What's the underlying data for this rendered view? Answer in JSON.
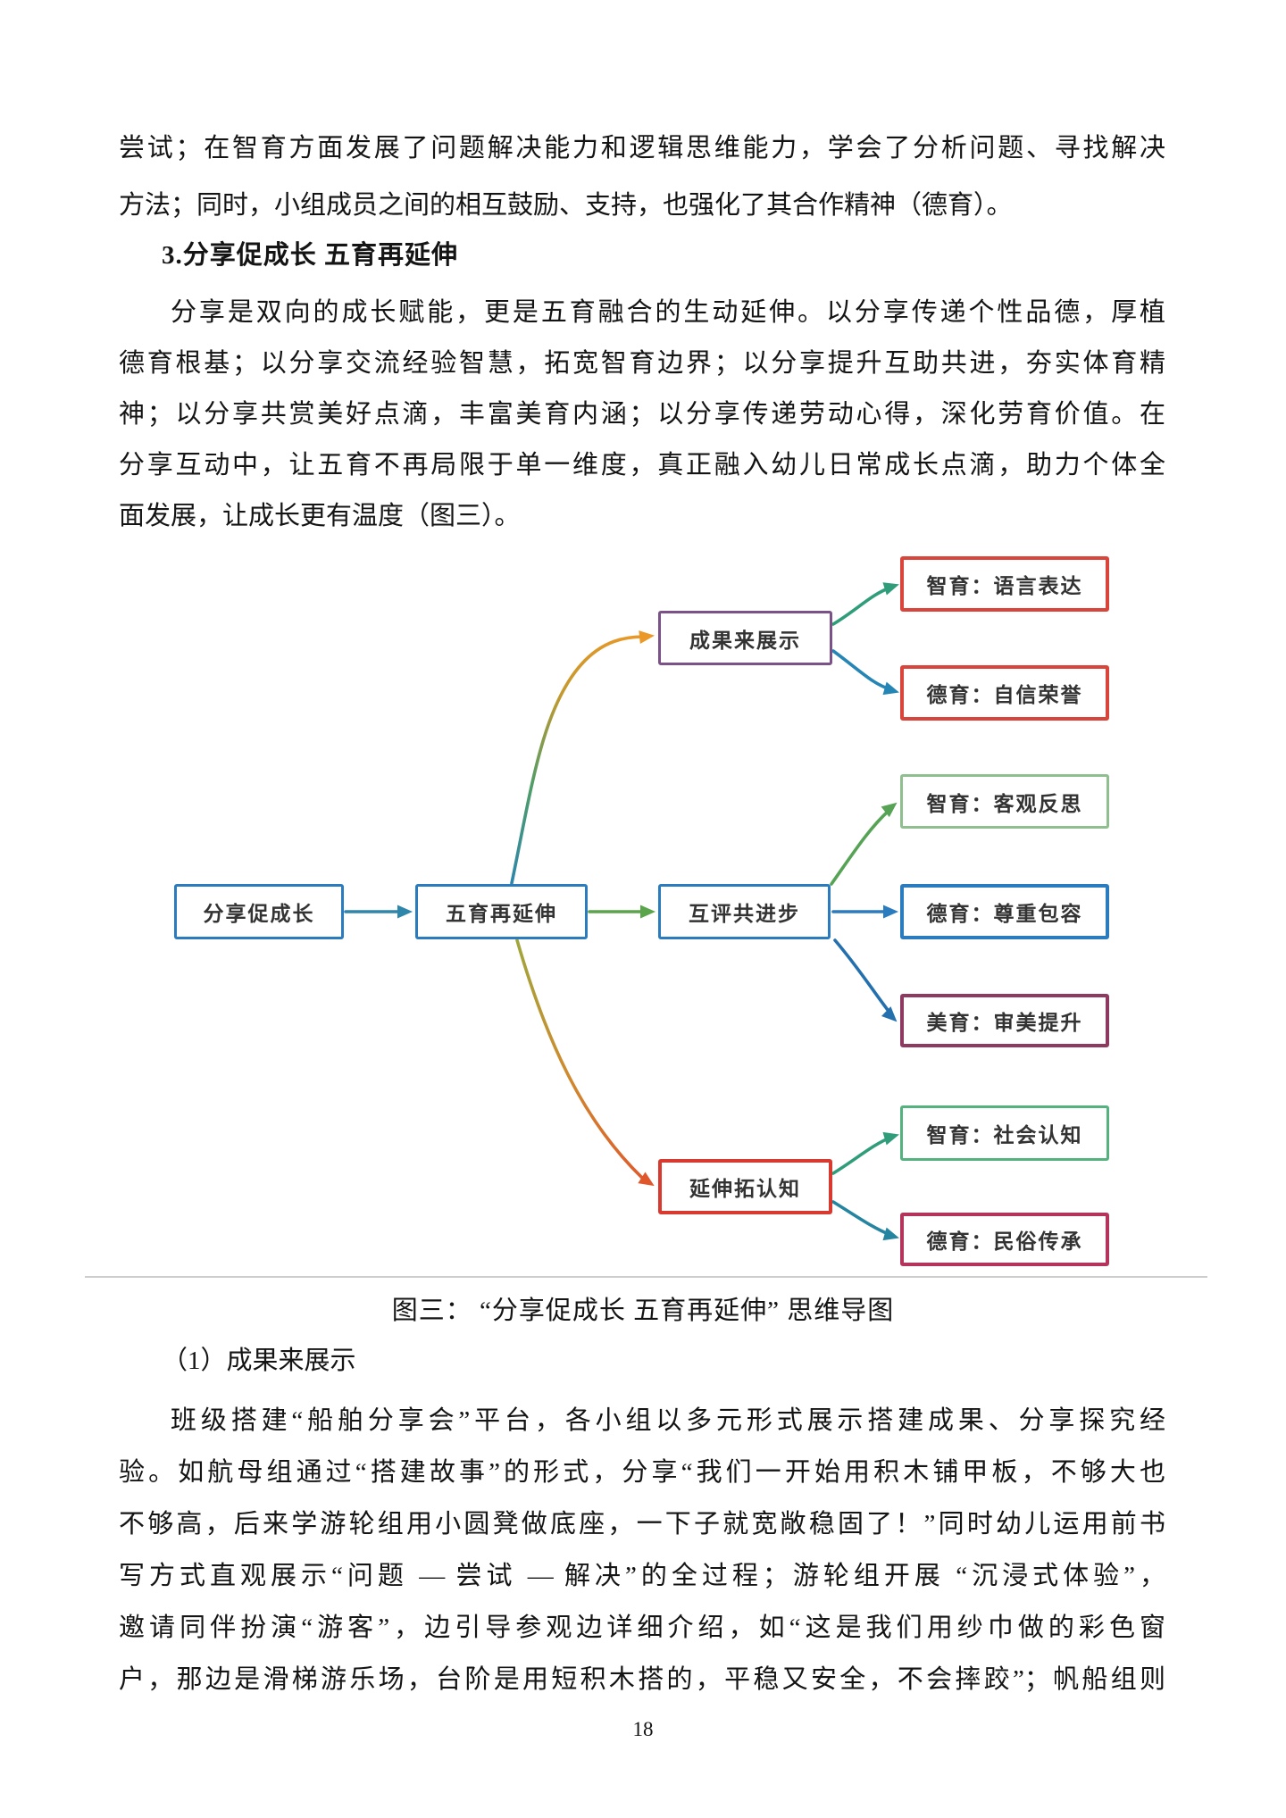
{
  "page": {
    "number": "18"
  },
  "content": {
    "para1_lines": [
      "尝试；在智育方面发展了问题解决能力和逻辑思维能力，学会了分析问题、寻找解决",
      "方法；同时，小组成员之间的相互鼓励、支持，也强化了其合作精神（德育）。"
    ],
    "heading": "3.分享促成长 五育再延伸",
    "para2_lines": [
      "分享是双向的成长赋能，更是五育融合的生动延伸。以分享传递个性品德，厚植",
      "德育根基；以分享交流经验智慧，拓宽智育边界；以分享提升互助共进，夯实体育精",
      "神；以分享共赏美好点滴，丰富美育内涵；以分享传递劳动心得，深化劳育价值。在",
      "分享互动中，让五育不再局限于单一维度，真正融入幼儿日常成长点滴，助力个体全",
      "面发展，让成长更有温度（图三）。"
    ],
    "caption": "图三： “分享促成长 五育再延伸” 思维导图",
    "subsection": "（1）成果来展示",
    "para3_lines": [
      "班级搭建“船舶分享会”平台，各小组以多元形式展示搭建成果、分享探究经",
      "验。如航母组通过“搭建故事”的形式，分享“我们一开始用积木铺甲板，不够大也",
      "不够高，后来学游轮组用小圆凳做底座，一下子就宽敞稳固了！”同时幼儿运用前书",
      "写方式直观展示“问题 — 尝试 — 解决”的全过程；游轮组开展 “沉浸式体验”，",
      "邀请同伴扮演“游客”，边引导参观边详细介绍，如“这是我们用纱巾做的彩色窗",
      "户，那边是滑梯游乐场，台阶是用短积木搭的，平稳又安全，不会摔跤”；帆船组则"
    ]
  },
  "mindmap": {
    "nodes": [
      {
        "id": "root",
        "label": "分享促成长",
        "border": "#2b7cbf"
      },
      {
        "id": "center",
        "label": "五育再延伸",
        "border": "#2b7cbf"
      },
      {
        "id": "b1",
        "label": "成果来展示",
        "border": "#7b5188"
      },
      {
        "id": "b2",
        "label": "互评共进步",
        "border": "#2b7cbf"
      },
      {
        "id": "b3",
        "label": "延伸拓认知",
        "border": "#d93a2f"
      },
      {
        "id": "l1",
        "label": "智育：语言表达",
        "border": "#d9453a"
      },
      {
        "id": "l2",
        "label": "德育：自信荣誉",
        "border": "#d9453a"
      },
      {
        "id": "l3",
        "label": "智育：客观反思",
        "border": "#8fbf8f"
      },
      {
        "id": "l4",
        "label": "德育：尊重包容",
        "border": "#2b7cbf"
      },
      {
        "id": "l5",
        "label": "美育：审美提升",
        "border": "#8e3960"
      },
      {
        "id": "l6",
        "label": "智育：社会认知",
        "border": "#53b27e"
      },
      {
        "id": "l7",
        "label": "德育：民俗传承",
        "border": "#b5345c"
      }
    ],
    "edges": [
      {
        "from": "root",
        "to": "center",
        "color": "#2e86ab"
      },
      {
        "from": "center",
        "to": "b1",
        "stops": [
          "#2e86ab",
          "#4f9d68",
          "#c3992f",
          "#ea9827"
        ]
      },
      {
        "from": "center",
        "to": "b2",
        "color": "#5aa44c"
      },
      {
        "from": "center",
        "to": "b3",
        "stops": [
          "#9fa63c",
          "#cf8b2e",
          "#e0572c"
        ]
      },
      {
        "from": "b1",
        "to": "l1",
        "color": "#2f9c7a"
      },
      {
        "from": "b1",
        "to": "l2",
        "color": "#2585b5"
      },
      {
        "from": "b2",
        "to": "l3",
        "color": "#56a356"
      },
      {
        "from": "b2",
        "to": "l4",
        "color": "#2b7cbf"
      },
      {
        "from": "b2",
        "to": "l5",
        "color": "#2470ae"
      },
      {
        "from": "b3",
        "to": "l6",
        "color": "#2f9c7a"
      },
      {
        "from": "b3",
        "to": "l7",
        "color": "#2585a0"
      }
    ]
  }
}
